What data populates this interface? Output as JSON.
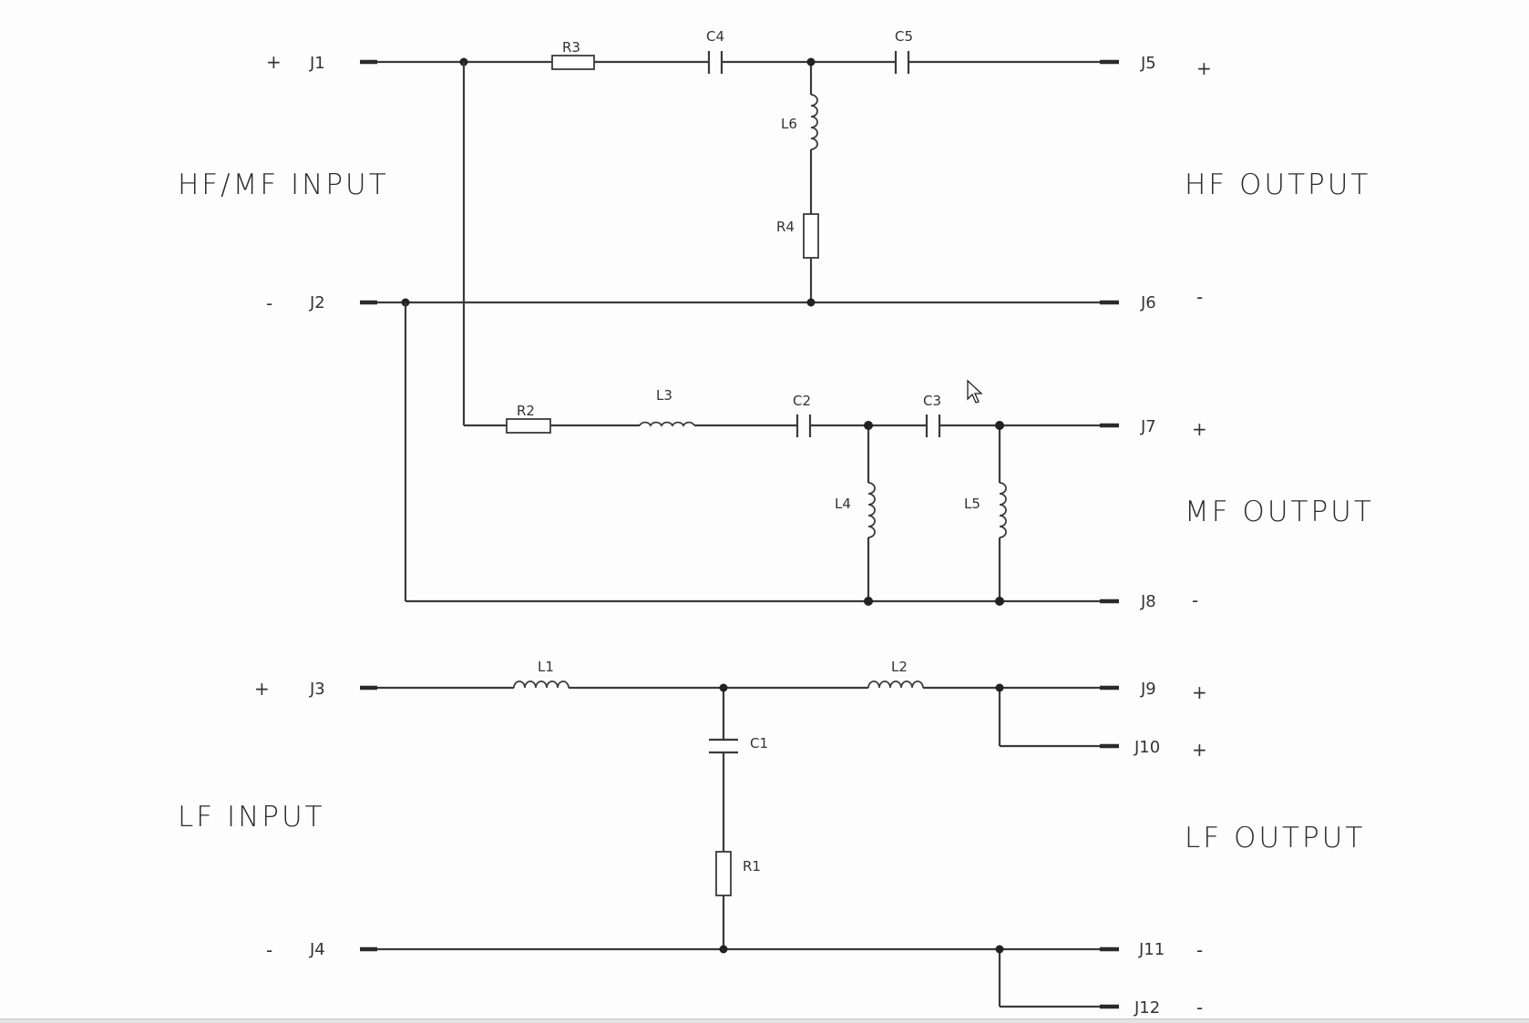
{
  "groups": {
    "hfmf_input": "HF/MF INPUT",
    "hf_output": "HF OUTPUT",
    "mf_output": "MF OUTPUT",
    "lf_input": "LF INPUT",
    "lf_output": "LF OUTPUT"
  },
  "connectors": {
    "j1": "J1",
    "j2": "J2",
    "j3": "J3",
    "j4": "J4",
    "j5": "J5",
    "j6": "J6",
    "j7": "J7",
    "j8": "J8",
    "j9": "J9",
    "j10": "J10",
    "j11": "J11",
    "j12": "J12"
  },
  "polarity": {
    "j1": "+",
    "j2": "-",
    "j3": "+",
    "j4": "-",
    "j5": "+",
    "j6": "-",
    "j7": "+",
    "j8": "-",
    "j9": "+",
    "j10": "+",
    "j11": "-",
    "j12": "-"
  },
  "components": {
    "r1": "R1",
    "r2": "R2",
    "r3": "R3",
    "r4": "R4",
    "c1": "C1",
    "c2": "C2",
    "c3": "C3",
    "c4": "C4",
    "c5": "C5",
    "l1": "L1",
    "l2": "L2",
    "l3": "L3",
    "l4": "L4",
    "l5": "L5",
    "l6": "L6"
  },
  "colors": {
    "line": "#3a3a3a",
    "background": "#fdfdfd"
  },
  "cursor": "mouse-pointer-icon"
}
